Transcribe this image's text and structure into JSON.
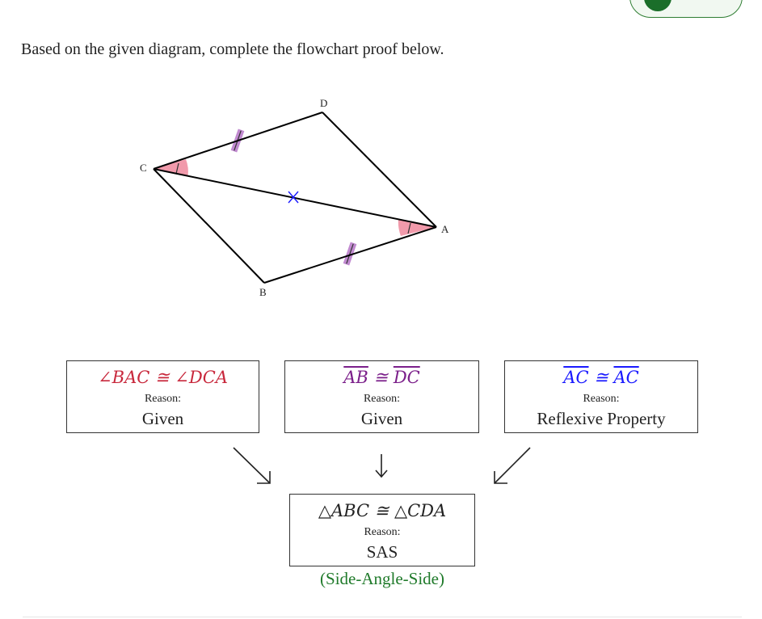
{
  "prompt": "Based on the given diagram, complete the flowchart proof below.",
  "diagram": {
    "points": {
      "A": "A",
      "B": "B",
      "C": "C",
      "D": "D"
    }
  },
  "colors": {
    "red": "#c8283c",
    "purple": "#7b1f8a",
    "blue": "#1a1aff",
    "green": "#1f7a2a",
    "tick_purple": "#c18ad0",
    "angle_pink": "#ef8fa2"
  },
  "proof": {
    "steps": [
      {
        "statement": "∠BAC ≅ ∠DCA",
        "reason_label": "Reason:",
        "reason": "Given"
      },
      {
        "statement_a": "AB",
        "statement_rel": " ≅ ",
        "statement_b": "DC",
        "reason_label": "Reason:",
        "reason": "Given"
      },
      {
        "statement_a": "AC",
        "statement_rel": " ≅ ",
        "statement_b": "AC",
        "reason_label": "Reason:",
        "reason": "Reflexive Property"
      }
    ],
    "arrows": {
      "left": "↘",
      "middle": "↓",
      "right": "↙"
    },
    "conclusion": {
      "statement": "△ABC ≅ △CDA",
      "reason_label": "Reason:",
      "reason": "SAS",
      "note": "(Side-Angle-Side)"
    }
  }
}
